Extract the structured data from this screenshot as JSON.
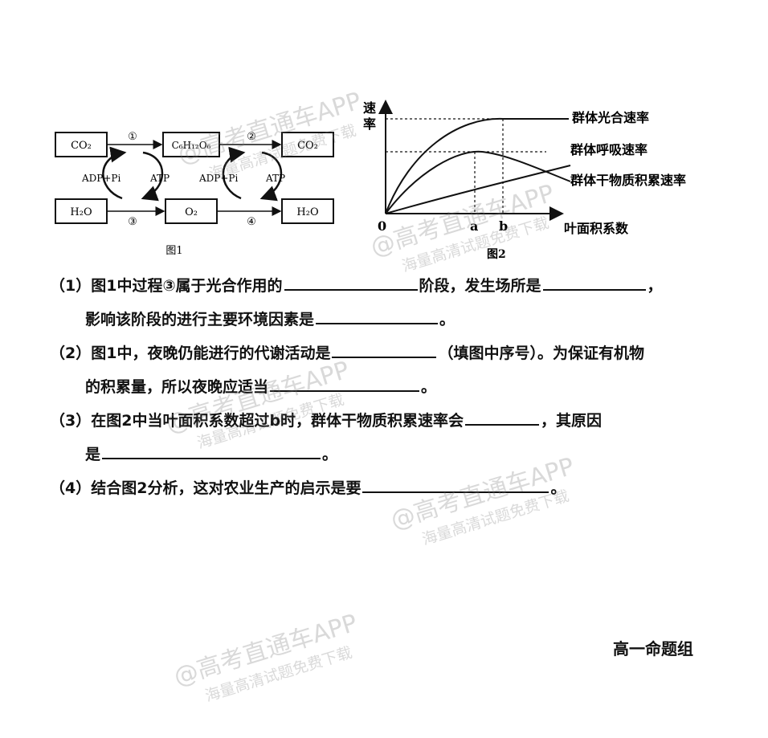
{
  "figure1": {
    "caption": "图1",
    "boxes": {
      "co2_left": "CO₂",
      "glucose": "C₆H₁₂O₆",
      "co2_right": "CO₂",
      "h2o_left": "H₂O",
      "o2": "O₂",
      "h2o_right": "H₂O"
    },
    "step_labels": [
      "①",
      "②",
      "③",
      "④"
    ],
    "adp_label": "ADP+Pi",
    "atp_label": "ATP"
  },
  "figure2": {
    "caption": "图2",
    "ylabel_line1": "速",
    "ylabel_line2": "率",
    "xlabel": "叶面积系数",
    "origin": "0",
    "tick_a": "a",
    "tick_b": "b",
    "series_photo": "群体光合速率",
    "series_resp": "群体呼吸速率",
    "series_dry": "群体干物质积累速率"
  },
  "chart_data": {
    "type": "line",
    "xlabel": "叶面积系数",
    "ylabel": "速率",
    "x_ticks": [
      "0",
      "a",
      "b"
    ],
    "series": [
      {
        "name": "群体光合速率",
        "shape": "rises then plateaus at b"
      },
      {
        "name": "群体呼吸速率",
        "shape": "rises steadily"
      },
      {
        "name": "群体干物质积累速率",
        "shape": "peaks at a then declines"
      }
    ]
  },
  "questions": {
    "q1_prefix": "（1）图1中过程③属于光合作用的",
    "q1_mid": "阶段，发生场所是",
    "q1_end": "，",
    "q1_line2_prefix": "影响该阶段的进行主要环境因素是",
    "q1_line2_end": "。",
    "q2_prefix": "（2）图1中，夜晚仍能进行的代谢活动是",
    "q2_mid": "（填图中序号）。为保证有机物",
    "q2_line2_prefix": "的积累量，所以夜晚应适当",
    "q2_line2_end": "。",
    "q3_prefix": "（3）在图2中当叶面积系数超过b时，群体干物质积累速率会",
    "q3_end": "，其原因",
    "q3_line2_prefix": "是",
    "q3_line2_end": "。",
    "q4_prefix": "（4）结合图2分析，这对农业生产的启示是要",
    "q4_end": "。"
  },
  "footer": {
    "author": "高一命题组"
  },
  "watermark": {
    "line1": "@高考直通车APP",
    "line2": "海量高清试题免费下载"
  }
}
